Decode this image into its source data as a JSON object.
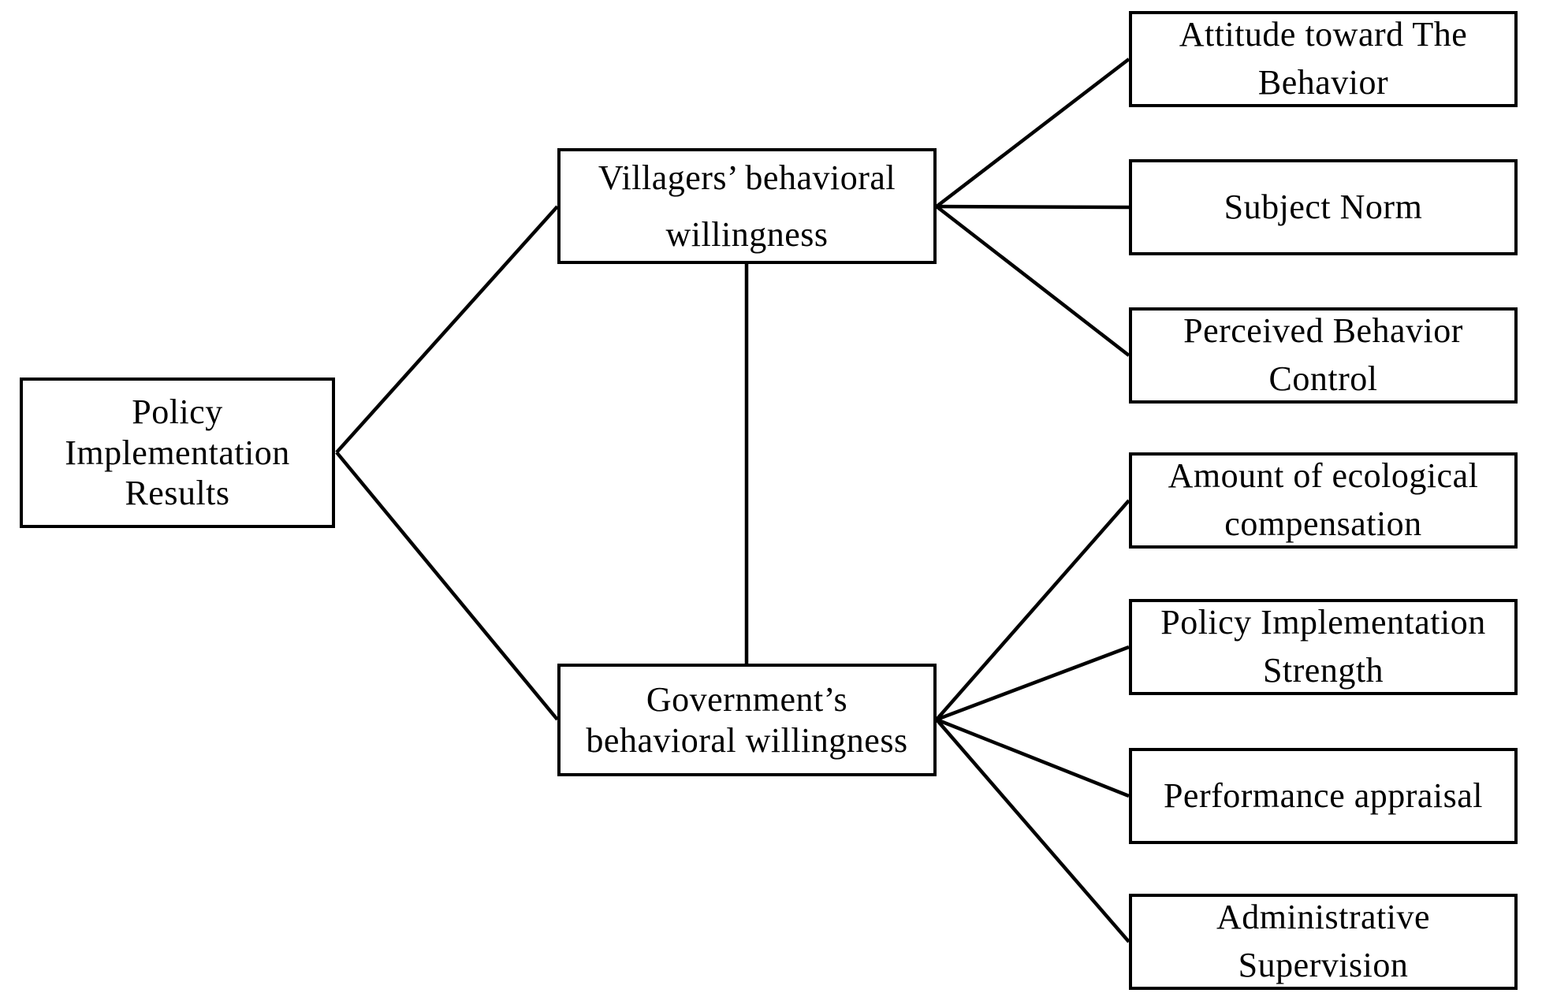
{
  "diagram": {
    "background_color": "#ffffff",
    "line_color": "#000000",
    "nodes": {
      "policy": {
        "label": "Policy\nImplementation\nResults"
      },
      "villagers": {
        "label": "Villagers’ behavioral\nwillingness"
      },
      "government": {
        "label": "Government’s\nbehavioral willingness"
      },
      "attitude": {
        "label": "Attitude toward The\nBehavior"
      },
      "subject_norm": {
        "label": "Subject Norm"
      },
      "perceived": {
        "label": "Perceived Behavior\nControl"
      },
      "amount": {
        "label": "Amount of ecological\ncompensation"
      },
      "strength": {
        "label": "Policy Implementation\nStrength"
      },
      "performance": {
        "label": "Performance appraisal"
      },
      "administrative": {
        "label": "Administrative\nSupervision"
      }
    }
  }
}
